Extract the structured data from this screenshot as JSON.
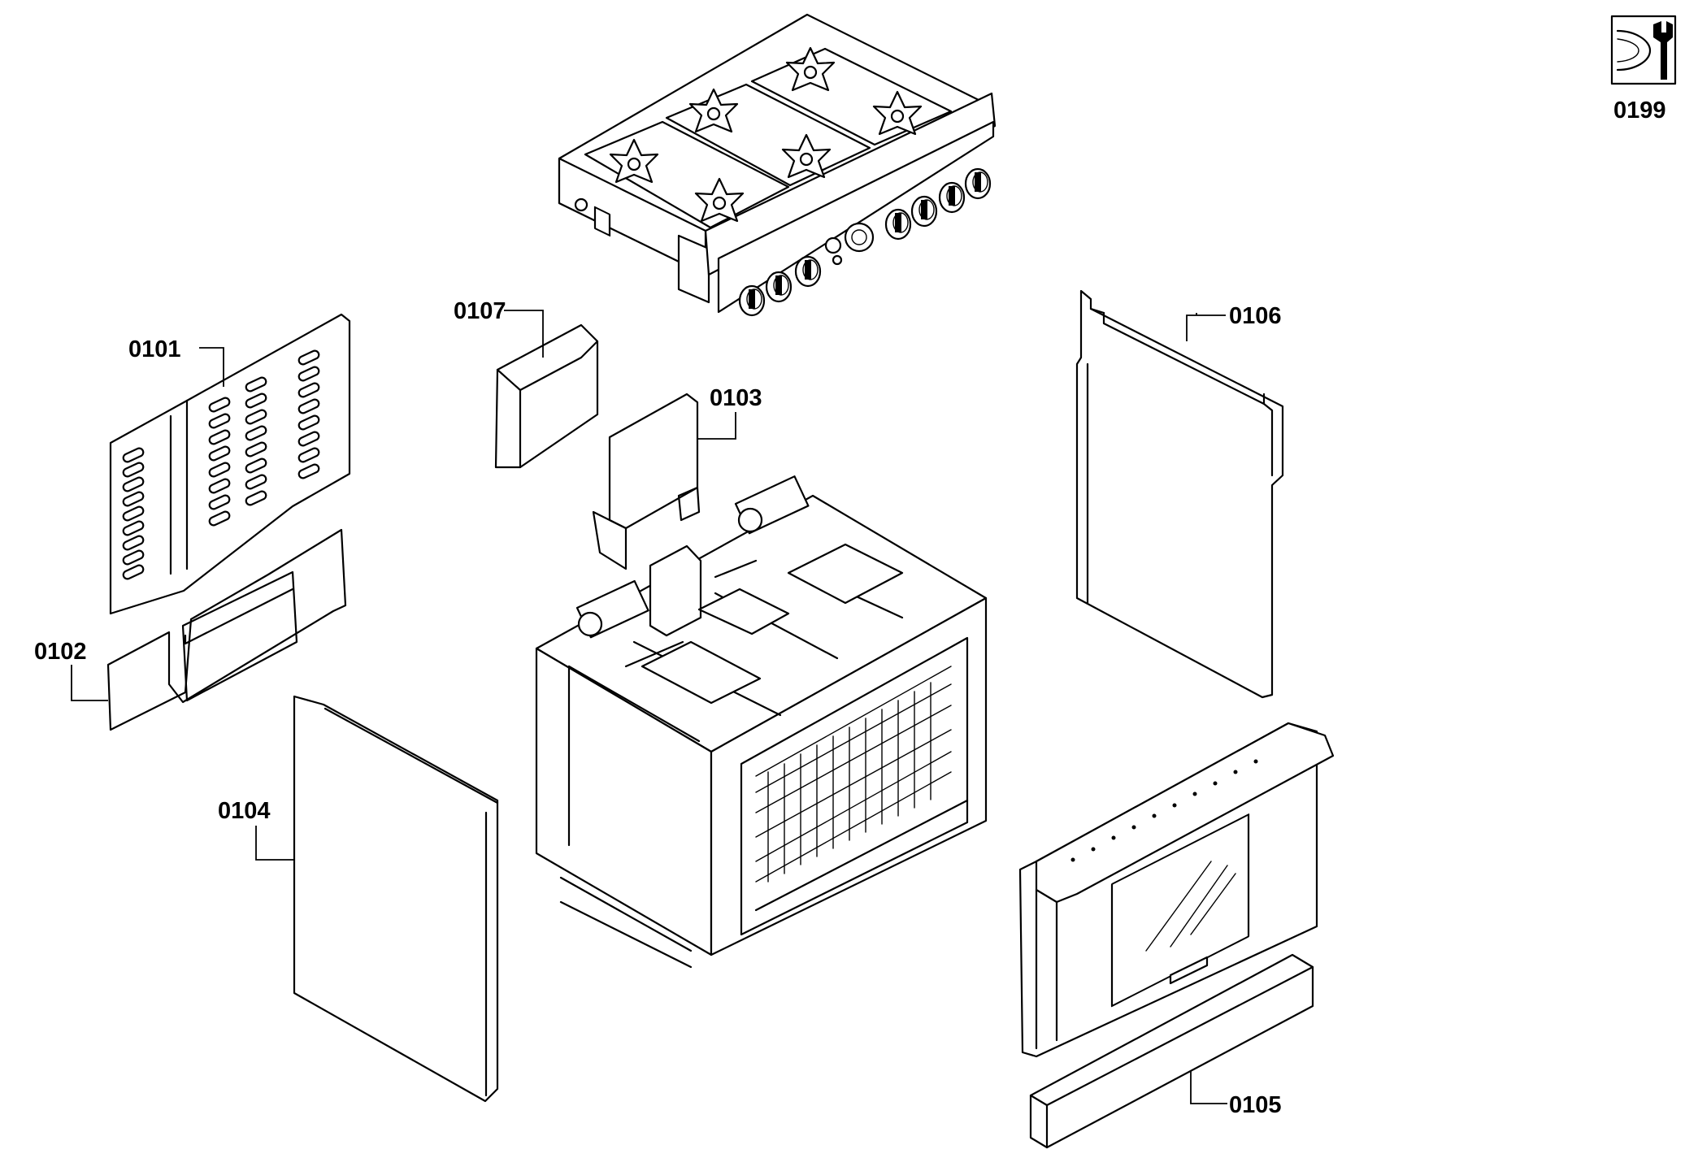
{
  "labels": {
    "p0101": "0101",
    "p0102": "0102",
    "p0103": "0103",
    "p0104": "0104",
    "p0105": "0105",
    "p0106": "0106",
    "p0107": "0107",
    "p0199": "0199"
  },
  "icons": {
    "service": "wrench-tool-icon"
  }
}
